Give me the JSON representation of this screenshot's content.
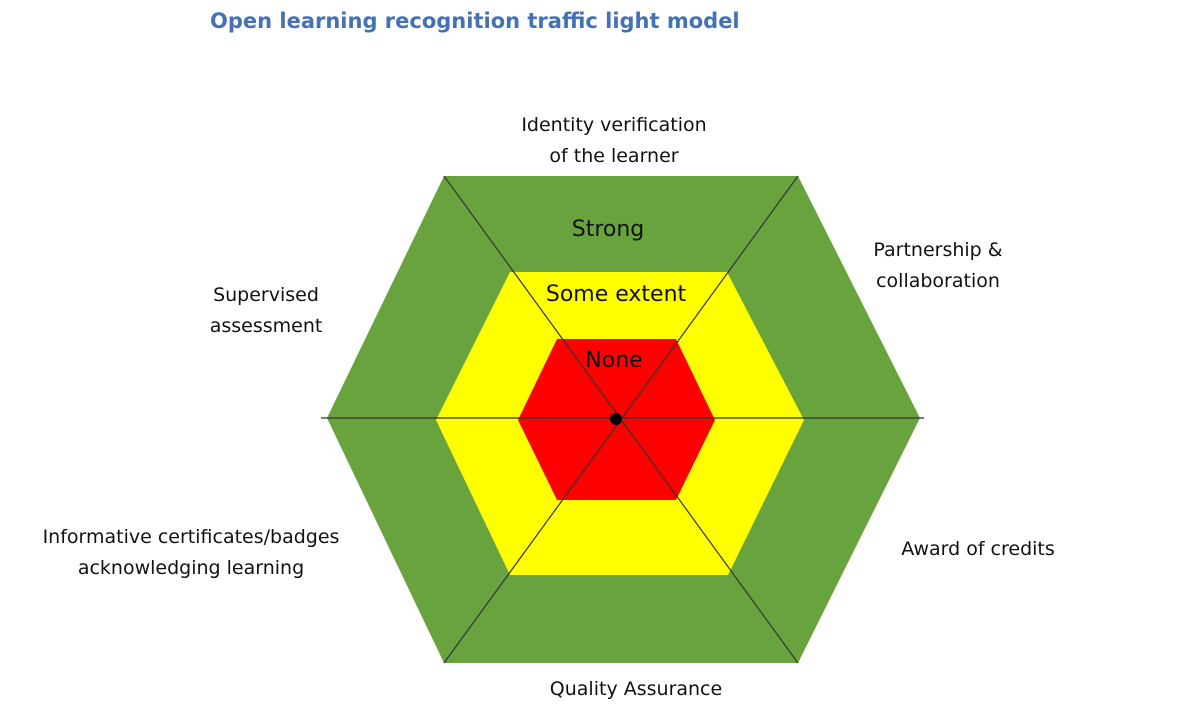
{
  "title": "Open learning recognition traffic light model",
  "title_color": "#4472b4",
  "levels": {
    "outer": {
      "label": "Strong",
      "color": "#68a33e"
    },
    "middle": {
      "label": "Some extent",
      "color": "#ffff00"
    },
    "inner": {
      "label": "None",
      "color": "#ff0000"
    }
  },
  "axes": {
    "top": [
      "Identity verification",
      "of the learner"
    ],
    "top_right": [
      "Partnership &",
      "collaboration"
    ],
    "bottom_right": [
      "Award of credits"
    ],
    "bottom": [
      "Quality Assurance"
    ],
    "bottom_left": [
      "Informative certificates/badges",
      "acknowledging learning"
    ],
    "top_left": [
      "Supervised",
      "assessment"
    ]
  }
}
